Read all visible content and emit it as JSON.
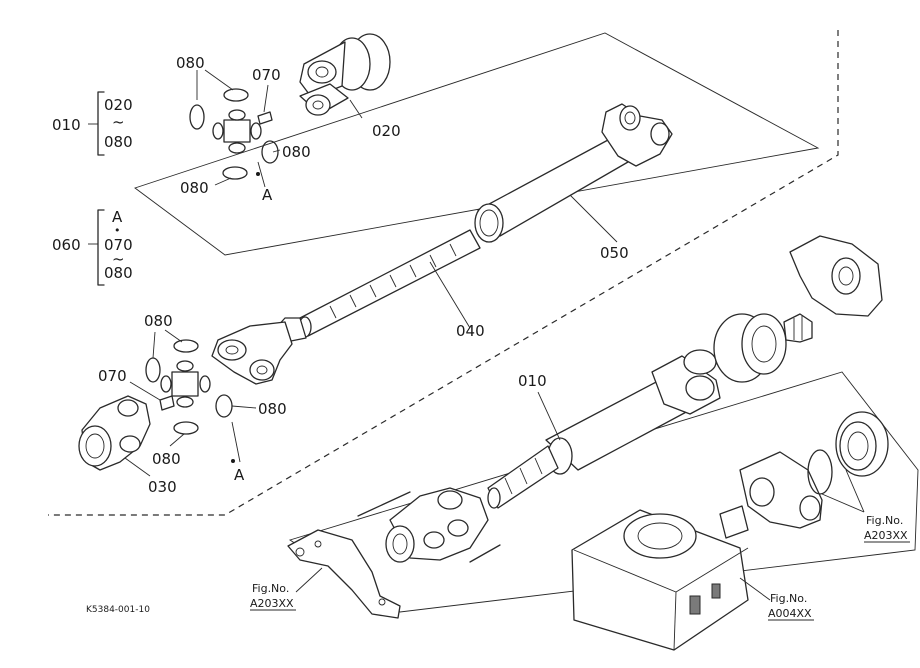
{
  "labels": {
    "group_top": "010",
    "group_top_from": "020",
    "group_top_tilde": "~",
    "group_top_to": "080",
    "group_mid": "060",
    "group_mid_a": "A",
    "group_mid_dot1": "•",
    "group_mid_from": "070",
    "group_mid_tilde": "~",
    "group_mid_to": "080",
    "p080_top_a": "080",
    "p070_top": "070",
    "p020": "020",
    "p080_top_b": "080",
    "p080_top_c": "080",
    "a_top": "A",
    "p050": "050",
    "p040": "040",
    "p080_bot_a": "080",
    "p070_bot": "070",
    "p080_bot_b": "080",
    "p080_bot_c": "080",
    "a_bot": "A",
    "p030": "030",
    "p010_bot": "010",
    "fig_left_1": "Fig.No.",
    "fig_left_2": "A203XX",
    "fig_mid_1": "Fig.No.",
    "fig_mid_2": "A004XX",
    "fig_right_1": "Fig.No.",
    "fig_right_2": "A203XX",
    "drawing_code": "K5384-001-10"
  }
}
